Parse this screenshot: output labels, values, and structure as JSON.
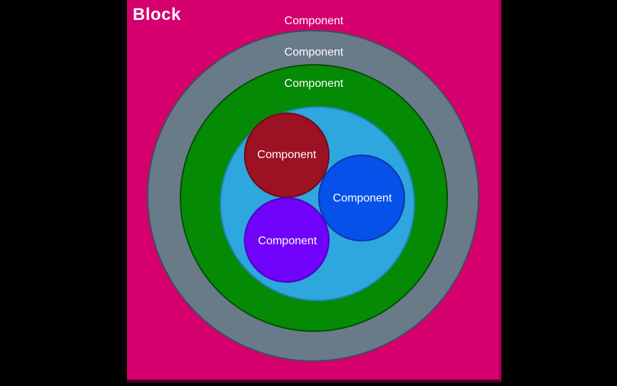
{
  "block": {
    "label": "Block",
    "fill_color": "#D5006D",
    "edge_color": "#A00053",
    "text_color": "#FFFFFF"
  },
  "background_color": "#000000",
  "diagram": {
    "type": "nested-components",
    "outer_labels": [
      {
        "label": "Component"
      },
      {
        "label": "Component"
      },
      {
        "label": "Component"
      }
    ],
    "rings": [
      {
        "name": "outer-gray-ring",
        "label": "Component",
        "color": "#697A89"
      },
      {
        "name": "green-ring",
        "label": "Component",
        "color": "#058A05"
      },
      {
        "name": "lightblue-ring",
        "label": "Component",
        "color": "#2EA6DE"
      }
    ],
    "inner_circles": [
      {
        "name": "red-circle",
        "label": "Component",
        "color": "#9D1222"
      },
      {
        "name": "blue-circle",
        "label": "Component",
        "color": "#0551E9"
      },
      {
        "name": "purple-circle",
        "label": "Component",
        "color": "#7002FA"
      }
    ],
    "label_text_color": "#FFFFFF"
  }
}
